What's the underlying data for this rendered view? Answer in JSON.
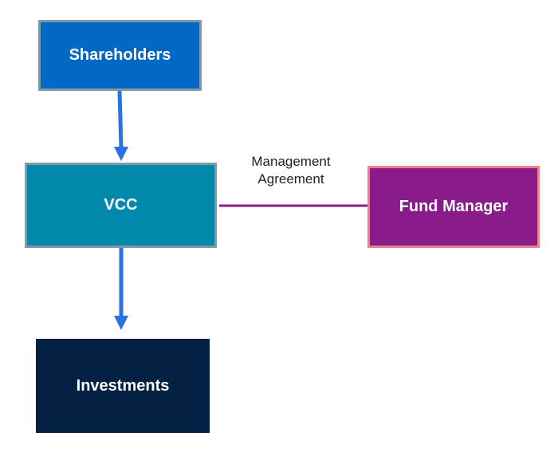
{
  "diagram": {
    "nodes": {
      "shareholders": {
        "label": "Shareholders",
        "color": "#0168c5"
      },
      "vcc": {
        "label": "VCC",
        "color": "#0288ab"
      },
      "fund_manager": {
        "label": "Fund Manager",
        "color": "#8a1b8a"
      },
      "investments": {
        "label": "Investments",
        "color": "#042143"
      }
    },
    "edges": {
      "management_agreement": {
        "label_line1": "Management",
        "label_line2": "Agreement",
        "color": "#8a1b8a"
      },
      "arrow_color": "#2a72e2"
    }
  }
}
